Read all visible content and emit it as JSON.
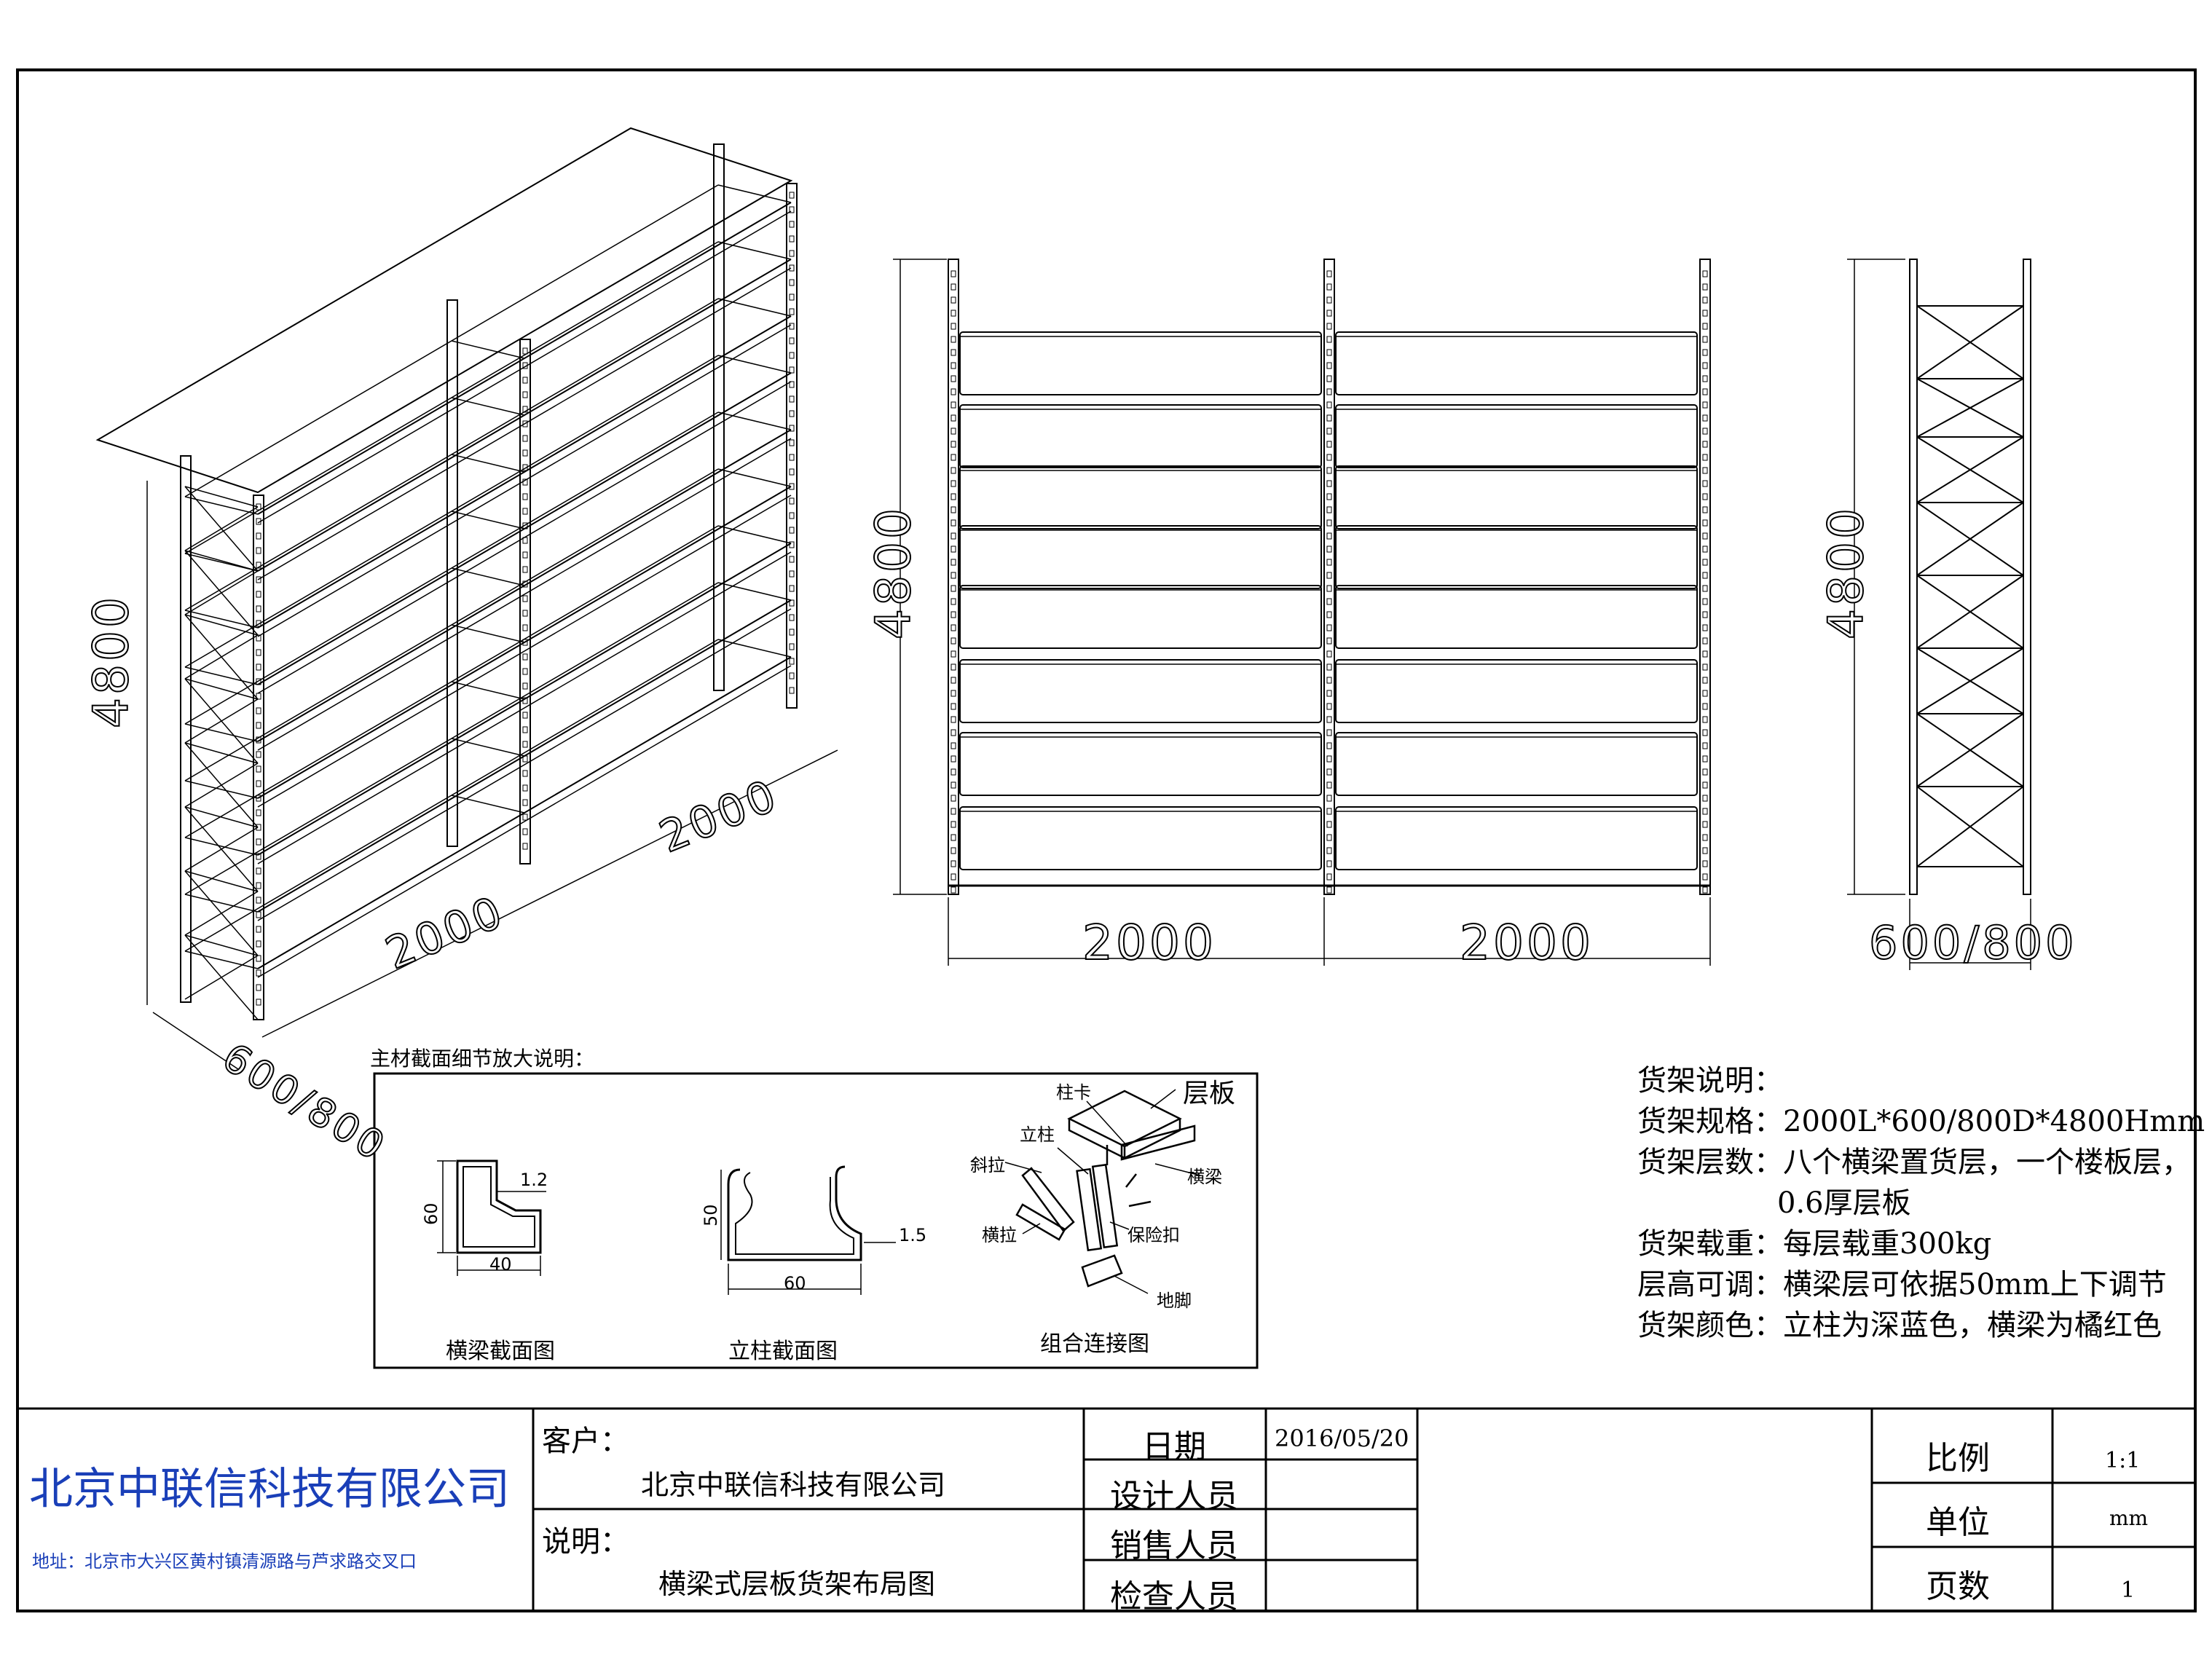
{
  "drawing": {
    "dimensions": {
      "iso_height": "4800",
      "iso_length_1": "2000",
      "iso_length_2": "2000",
      "iso_depth": "600/800",
      "front_height": "4800",
      "front_width_1": "2000",
      "front_width_2": "2000",
      "side_height": "4800",
      "side_depth": "600/800"
    },
    "detail": {
      "title": "主材截面细节放大说明：",
      "beam_section": {
        "dim_height": "60",
        "dim_width": "40",
        "dim_thickness": "1.2",
        "caption": "横梁截面图"
      },
      "upright_section": {
        "dim_height": "50",
        "dim_width": "60",
        "dim_thickness": "1.5",
        "caption": "立柱截面图"
      },
      "assembly": {
        "caption": "组合连接图",
        "labels": {
          "clip": "柱卡",
          "shelf_panel": "层板",
          "upright": "立柱",
          "diagonal_brace": "斜拉",
          "beam": "横梁",
          "horizontal_brace": "横拉",
          "safety_pin": "保险扣",
          "foot": "地脚"
        }
      }
    },
    "notes": {
      "heading": "货架说明：",
      "lines": [
        "货架规格：2000L*600/800D*4800Hmm",
        "货架层数：八个横梁置货层，一个楼板层，",
        "0.6厚层板",
        "货架载重：每层载重300kg",
        "层高可调：横梁层可依据50mm上下调节",
        "货架颜色：立柱为深蓝色，横梁为橘红色"
      ]
    }
  },
  "title_block": {
    "company_name": "北京中联信科技有限公司",
    "company_address": "地址：北京市大兴区黄村镇清源路与芦求路交叉口",
    "client_label": "客户：",
    "client_value": "北京中联信科技有限公司",
    "description_label": "说明：",
    "description_value": "横梁式层板货架布局图",
    "date_label": "日期",
    "date_value": "2016/05/20",
    "designer_label": "设计人员",
    "sales_label": "销售人员",
    "checker_label": "检查人员",
    "scale_label": "比例",
    "scale_value": "1:1",
    "unit_label": "单位",
    "unit_value": "mm",
    "pages_label": "页数",
    "pages_value": "1"
  }
}
